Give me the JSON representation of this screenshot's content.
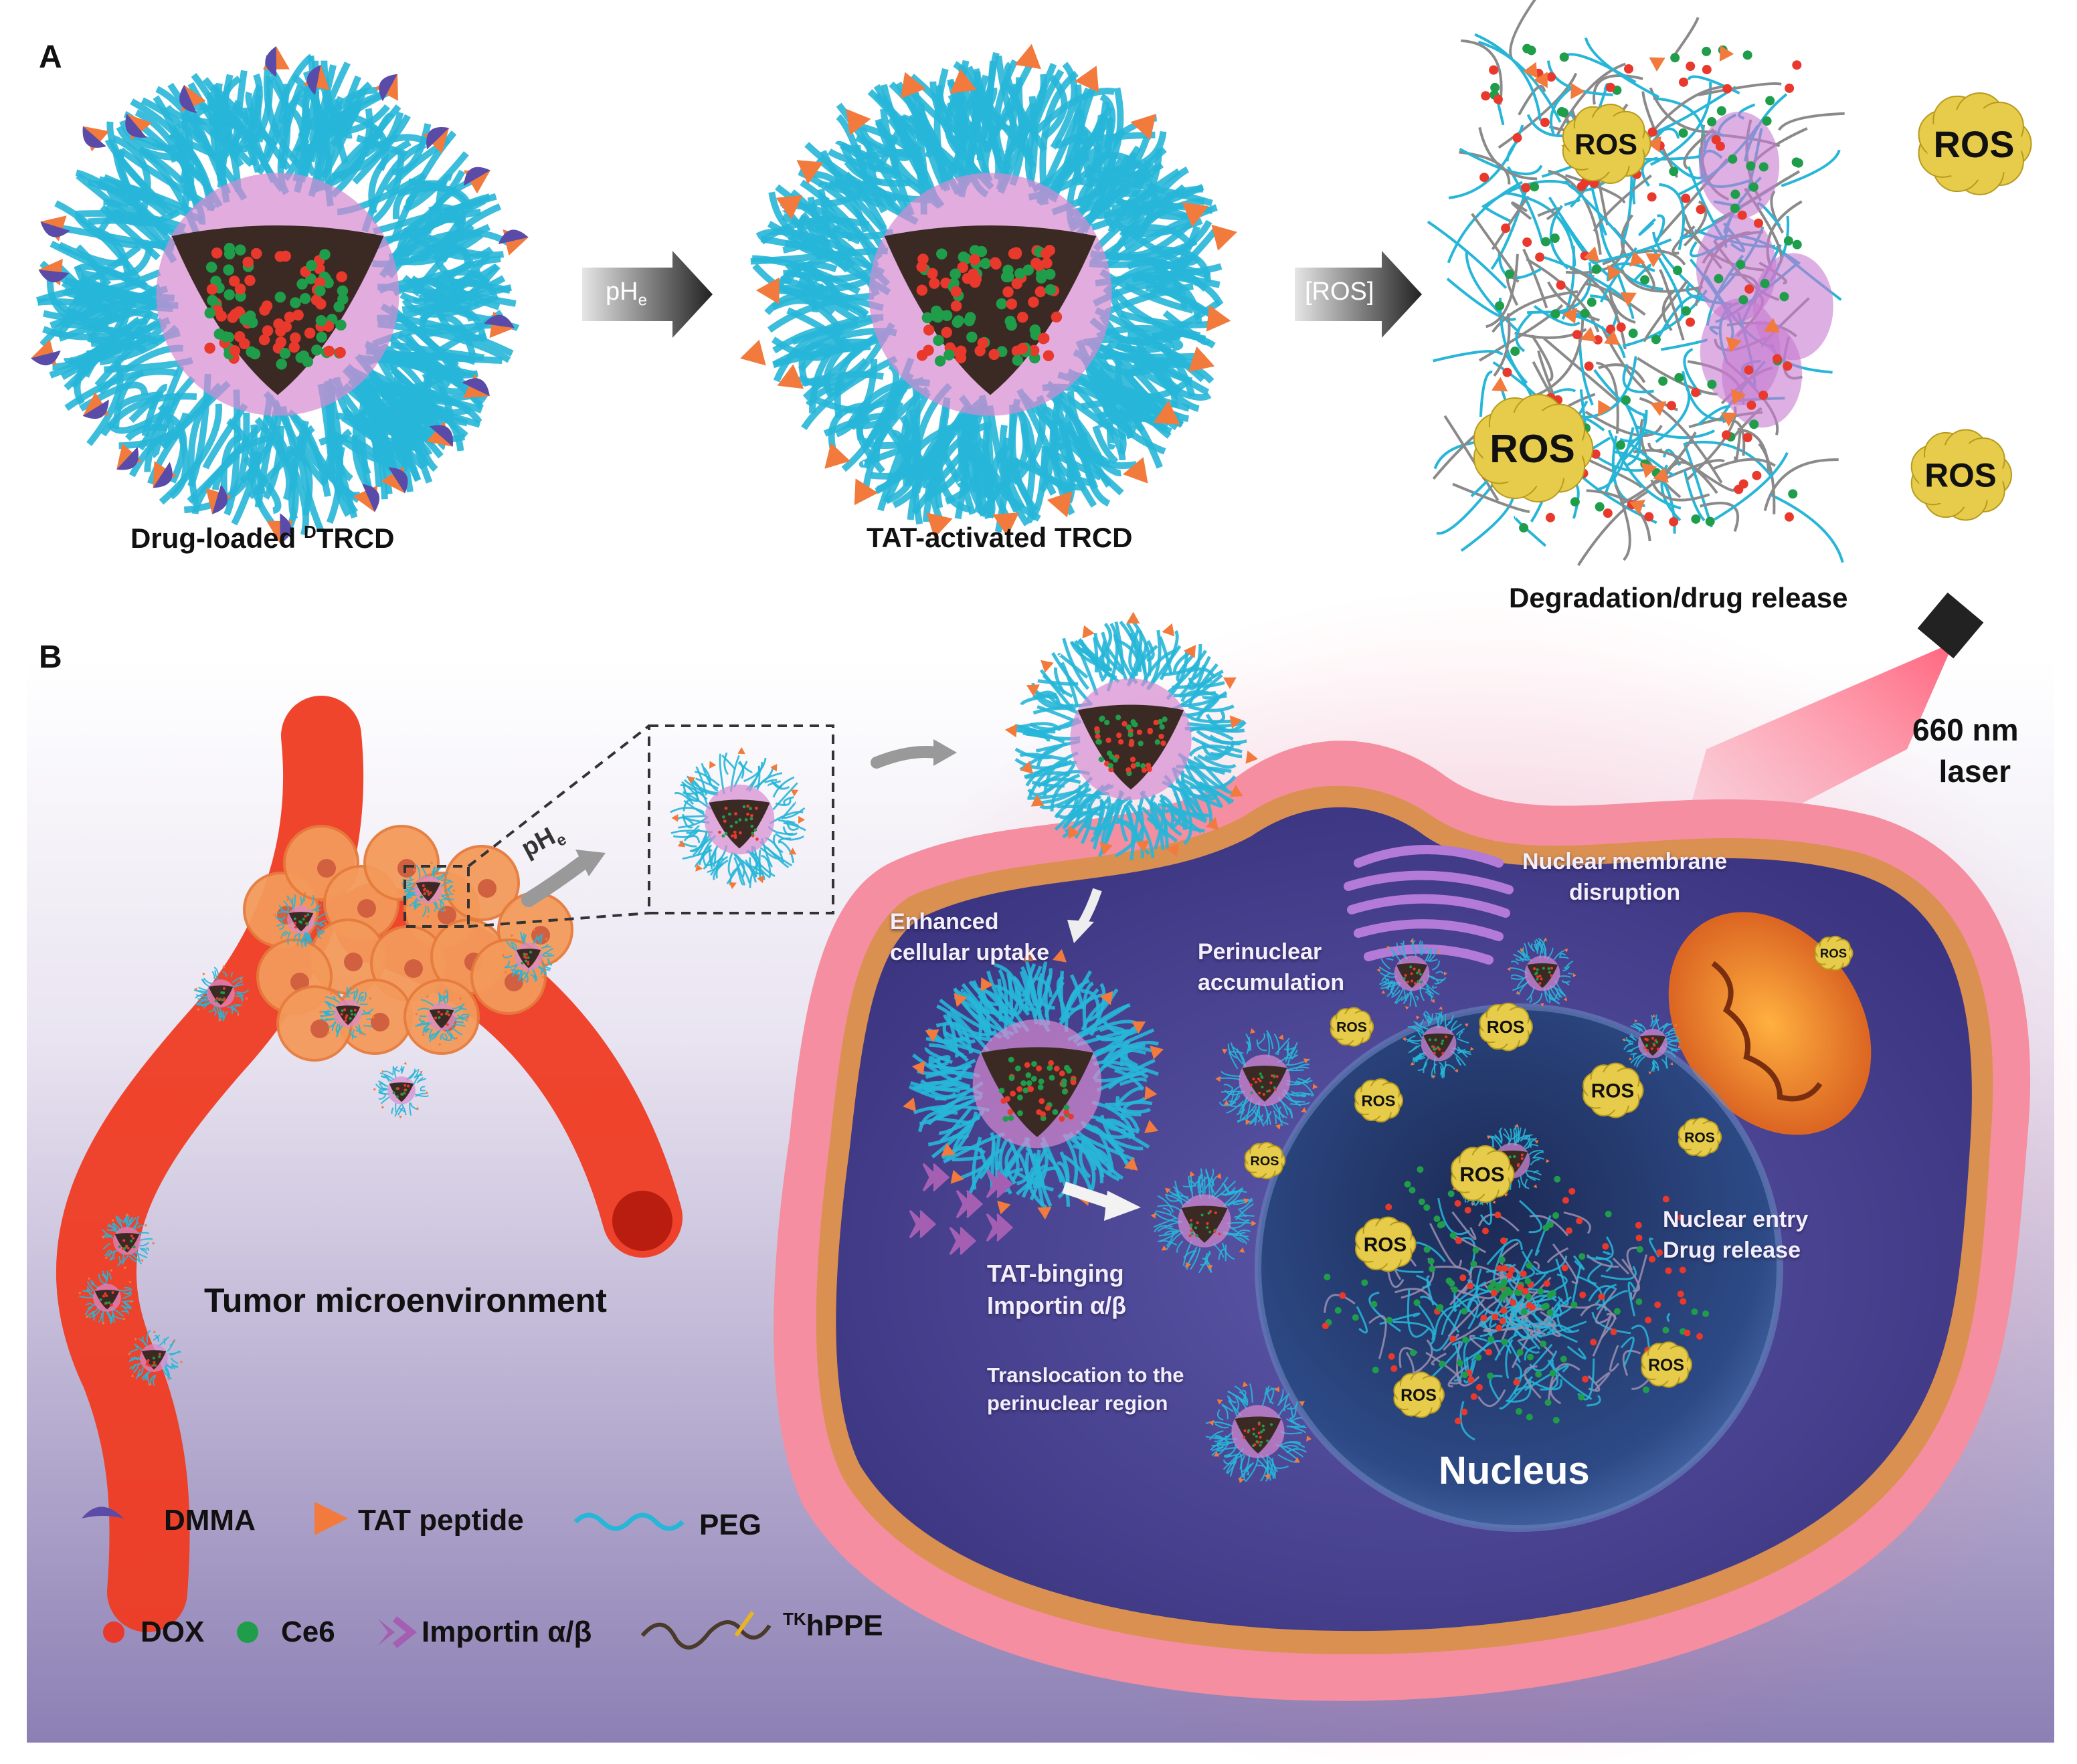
{
  "panels": {
    "a": "A",
    "b": "B"
  },
  "panelA": {
    "caption1_pre": "Drug-loaded ",
    "caption1_sup": "D",
    "caption1_post": "TRCD",
    "caption2": "TAT-activated TRCD",
    "caption3": "Degradation/drug release",
    "arrow1_base": "pH",
    "arrow1_sub": "e",
    "arrow2": "[ROS]",
    "ros_label": "ROS"
  },
  "panelB": {
    "tumor_label": "Tumor microenvironment",
    "ph_base": "pH",
    "ph_sub": "e",
    "laser_line1": "660 nm",
    "laser_line2": "laser",
    "enhanced_line1": "Enhanced",
    "enhanced_line2": "cellular uptake",
    "perinuclear_line1": "Perinuclear",
    "perinuclear_line2": "accumulation",
    "membrane_line1": "Nuclear membrane",
    "membrane_line2": "disruption",
    "tat_line1": "TAT-binging",
    "tat_line2": "Importin α/β",
    "translocation_line1": "Translocation to the",
    "translocation_line2": "perinuclear region",
    "entry_line1": "Nuclear entry",
    "entry_line2": "Drug release",
    "nucleus_label": "Nucleus",
    "ros_label": "ROS"
  },
  "legend": {
    "dmma": "DMMA",
    "tat_peptide": "TAT peptide",
    "peg": "PEG",
    "dox": "DOX",
    "ce6": "Ce6",
    "importin": "Importin α/β",
    "hppe_sup": "TK",
    "hppe": "hPPE"
  },
  "colors": {
    "peg": "#27b6d8",
    "tat": "#f27a3c",
    "dmma": "#5a4ba8",
    "dox": "#e8392c",
    "ce6": "#1f9d4a",
    "importin": "#a45fb3",
    "ros": "#e6cc4a",
    "vessel": "#ef3b22",
    "cell_membrane": "#f08a9a",
    "nucleus": "#22396b"
  }
}
